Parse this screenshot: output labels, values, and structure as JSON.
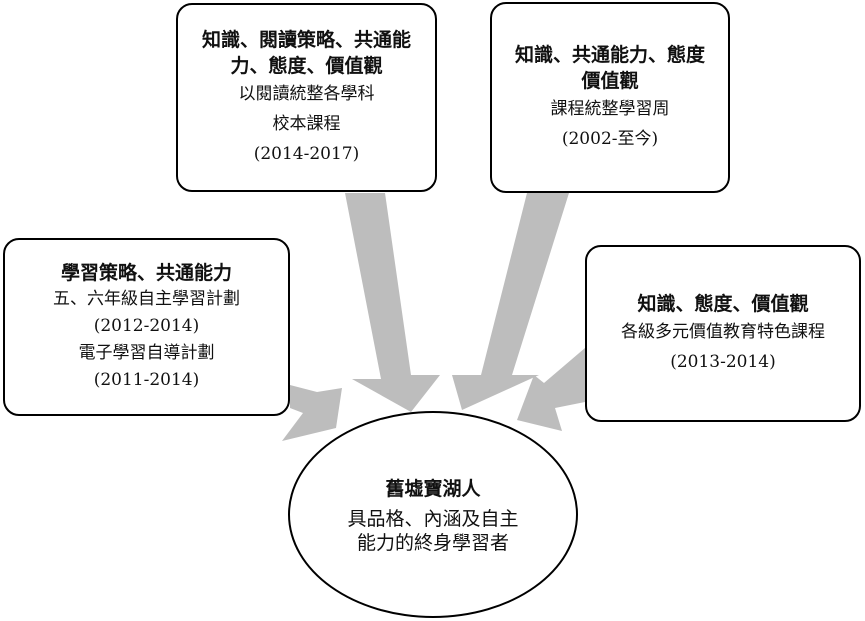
{
  "colors": {
    "arrow": "#bdbdbd",
    "border": "#000000",
    "background": "#ffffff"
  },
  "boxes": {
    "top_left": {
      "title_lines": [
        "知識、閱讀策略、共通能",
        "力、態度、價值觀"
      ],
      "lines": [
        "以閱讀統整各學科",
        "校本課程",
        "(2014-2017)"
      ]
    },
    "top_right": {
      "title_lines": [
        "知識、共通能力、態度",
        "價值觀"
      ],
      "lines": [
        "課程統整學習周",
        "(2002-至今)"
      ]
    },
    "left": {
      "title_lines": [
        "學習策略、共通能力"
      ],
      "lines": [
        "五、六年級自主學習計劃",
        "(2012-2014)",
        "電子學習自導計劃",
        "(2011-2014)"
      ]
    },
    "right": {
      "title_lines": [
        "知識、態度、價值觀"
      ],
      "lines": [
        "各級多元價值教育特色課程",
        "(2013-2014)"
      ]
    }
  },
  "center": {
    "title": "舊墟寶湖人",
    "lines": [
      "具品格、內涵及自主",
      "能力的終身學習者"
    ]
  }
}
